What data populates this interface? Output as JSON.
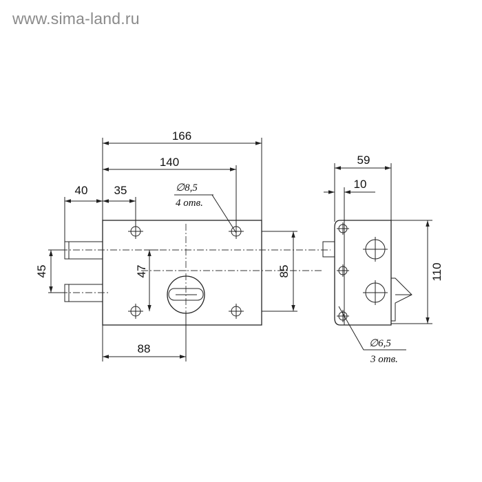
{
  "watermark": "www.sima-land.ru",
  "front_view": {
    "dimensions": {
      "overall_width": "166",
      "hole_spacing": "140",
      "bolt_length": "40",
      "bolt_to_hole": "35",
      "bolt_spacing": "45",
      "hole_vertical": "47",
      "height": "85",
      "cylinder_offset": "88"
    },
    "hole_note": {
      "diameter": "∅8,5",
      "count": "4 отв."
    }
  },
  "side_view": {
    "dimensions": {
      "depth": "59",
      "offset": "10",
      "height": "110"
    },
    "hole_note": {
      "diameter": "∅6,5",
      "count": "3 отв."
    }
  }
}
